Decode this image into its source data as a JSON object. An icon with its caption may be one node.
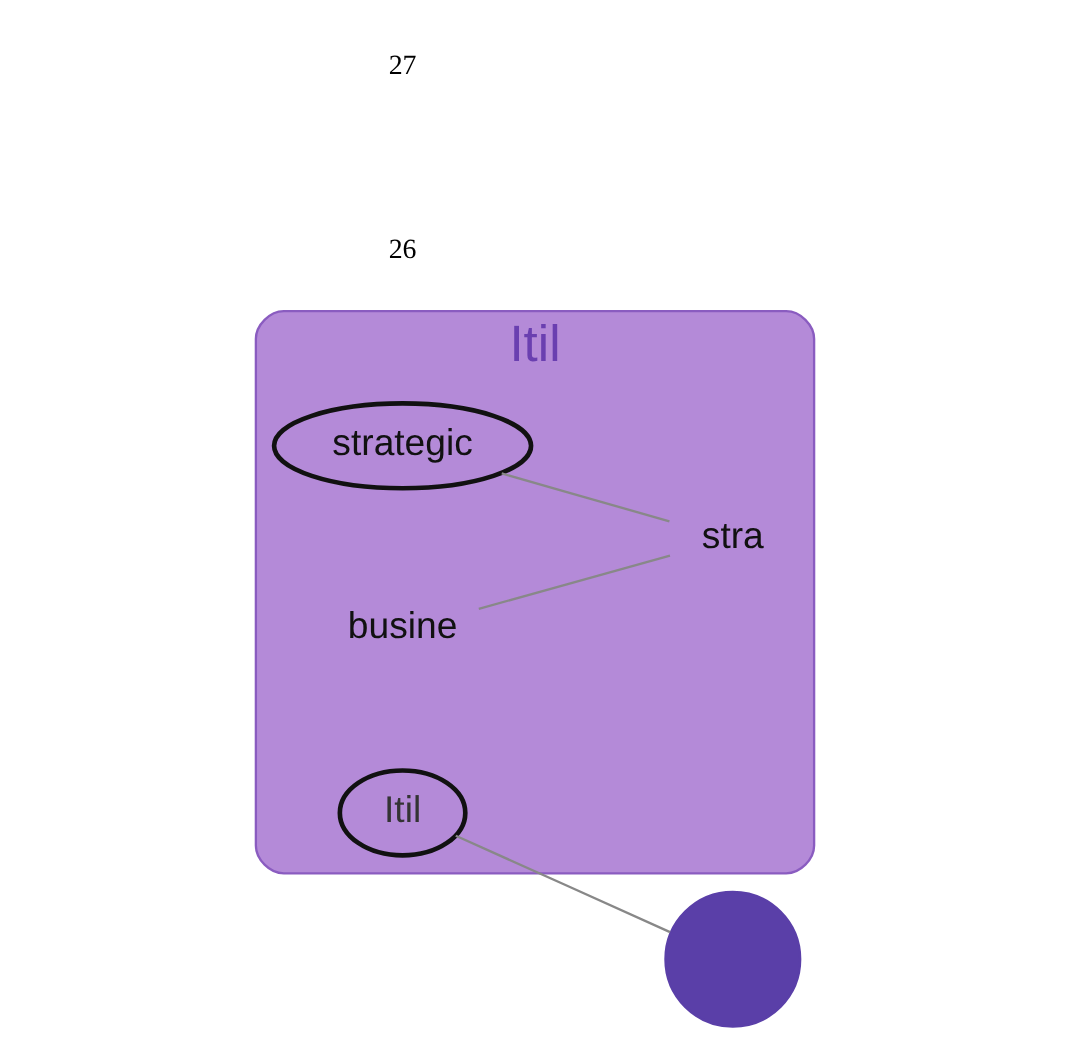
{
  "diagram": {
    "nodes": [
      {
        "text": [
          "Itil"
        ]
      },
      {
        "text": [
          "Itil"
        ],
        "in": 0
      },
      {
        "text": [
          "strategic"
        ],
        "in": 0
      },
      {
        "text": [
          "busine"
        ],
        "in": 0
      },
      {
        "text": [
          "stra"
        ],
        "in": 0
      },
      {
        "text": [],
        "shape": "circle"
      }
    ],
    "edges": [
      {
        "from": 1,
        "to": 5,
        "arrow": "none"
      },
      {
        "from": 2,
        "to": 4,
        "arrow": "none"
      },
      {
        "from": 3,
        "to": 4,
        "arrow": "none"
      }
    ],
    "labels": [
      "26",
      "27"
    ]
  }
}
